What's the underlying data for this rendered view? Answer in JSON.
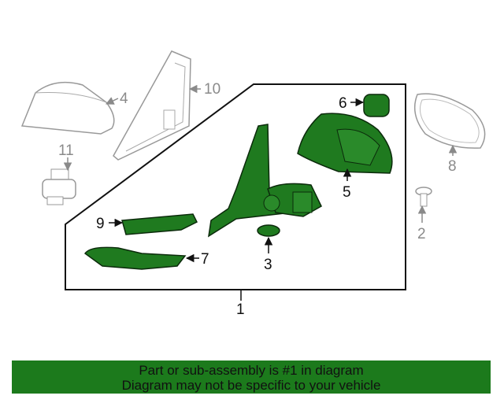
{
  "callouts": {
    "c1": "1",
    "c2": "2",
    "c3": "3",
    "c4": "4",
    "c5": "5",
    "c6": "6",
    "c7": "7",
    "c8": "8",
    "c9": "9",
    "c10": "10",
    "c11": "11"
  },
  "banner": {
    "line1": "Part or sub-assembly is #1 in diagram",
    "line2": "Diagram may not be specific to your vehicle"
  },
  "colors": {
    "highlight_part": "#1f7a1f",
    "banner_bg": "#1c7a1c",
    "unselected_part": "#9a9a9a"
  }
}
